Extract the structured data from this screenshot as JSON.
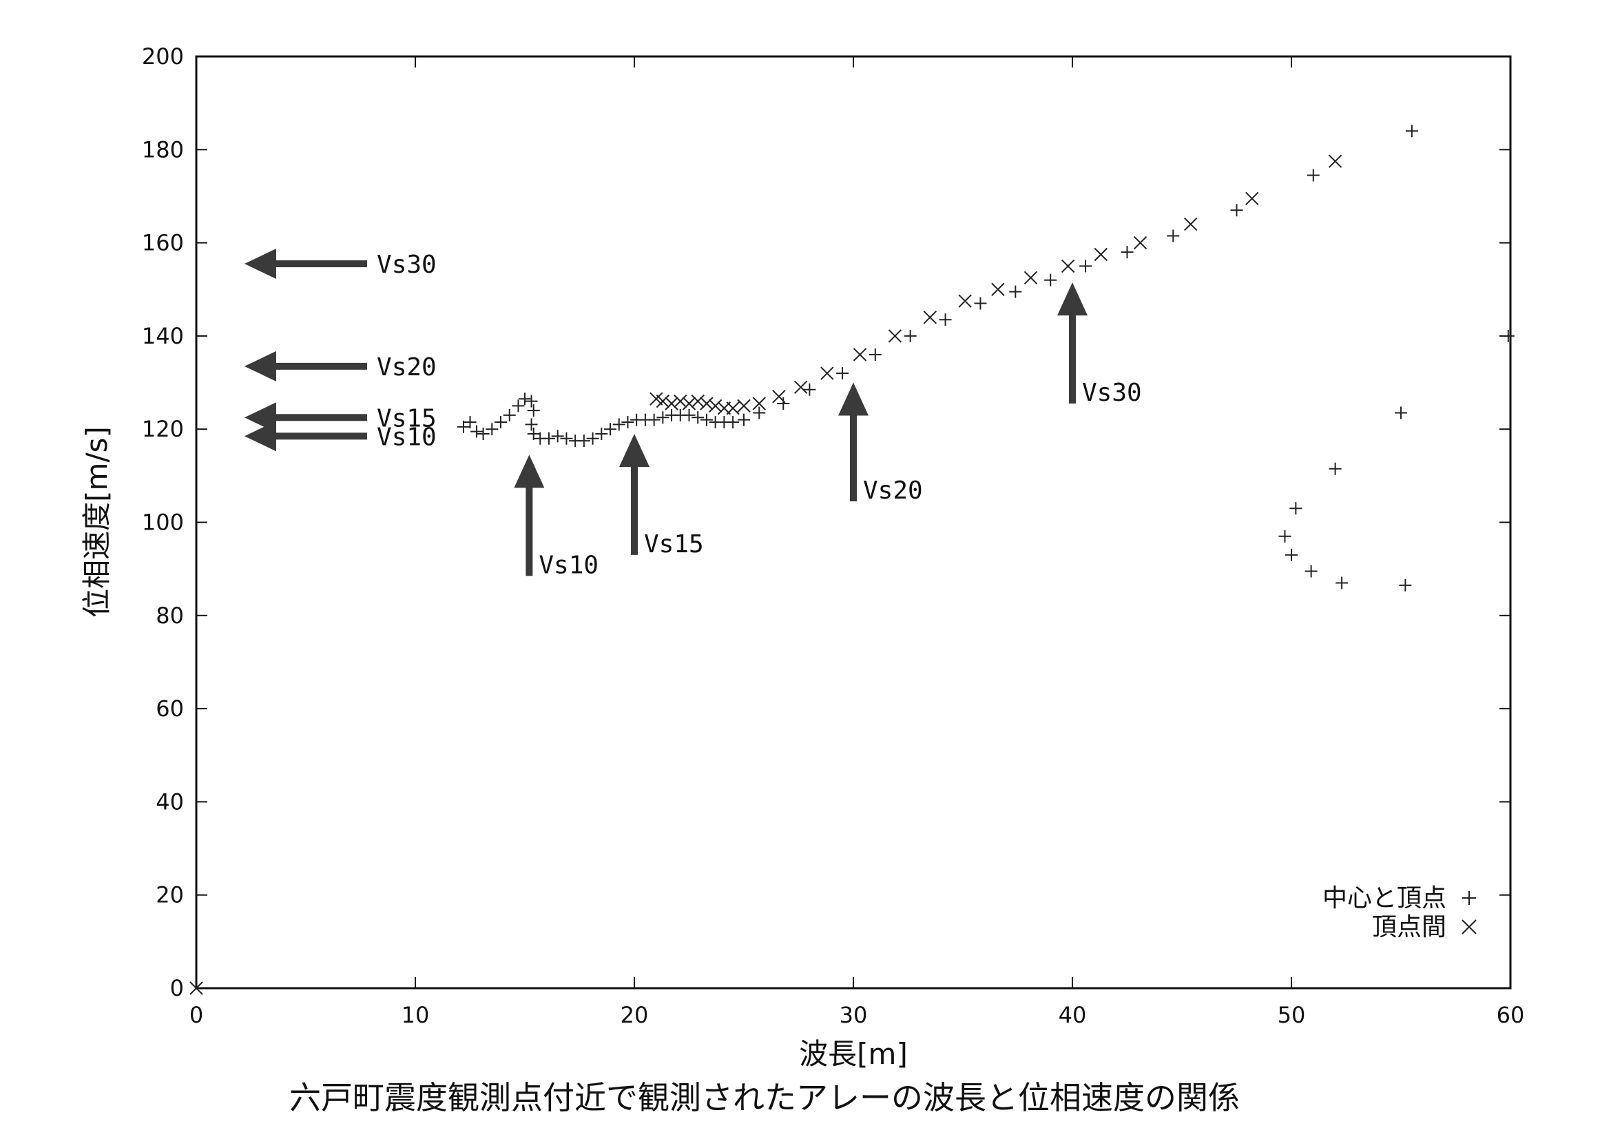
{
  "chart_data": {
    "type": "scatter",
    "title": "",
    "caption": "六戸町震度観測点付近で観測されたアレーの波長と位相速度の関係",
    "xlabel": "波長[m]",
    "ylabel": "位相速度[m/s]",
    "xlim": [
      0,
      60
    ],
    "ylim": [
      0,
      200
    ],
    "xticks": [
      0,
      10,
      20,
      30,
      40,
      50,
      60
    ],
    "yticks": [
      0,
      20,
      40,
      60,
      80,
      100,
      120,
      140,
      160,
      180,
      200
    ],
    "grid": false,
    "legend_position": "bottom-right",
    "series": [
      {
        "name": "中心と頂点",
        "marker": "plus",
        "color": "#222222",
        "points": [
          [
            12.2,
            120.5
          ],
          [
            12.5,
            121.5
          ],
          [
            12.8,
            119.5
          ],
          [
            13.1,
            119.0
          ],
          [
            13.5,
            120.0
          ],
          [
            13.9,
            121.5
          ],
          [
            14.3,
            123.0
          ],
          [
            14.7,
            125.0
          ],
          [
            15.0,
            126.5
          ],
          [
            15.3,
            126.0
          ],
          [
            15.4,
            124.0
          ],
          [
            15.3,
            121.0
          ],
          [
            15.4,
            119.0
          ],
          [
            15.7,
            118.0
          ],
          [
            16.1,
            118.0
          ],
          [
            16.5,
            118.5
          ],
          [
            16.9,
            118.0
          ],
          [
            17.3,
            117.5
          ],
          [
            17.7,
            117.5
          ],
          [
            18.1,
            118.0
          ],
          [
            18.5,
            119.0
          ],
          [
            18.9,
            120.0
          ],
          [
            19.3,
            121.0
          ],
          [
            19.7,
            121.5
          ],
          [
            20.1,
            122.0
          ],
          [
            20.5,
            122.0
          ],
          [
            20.9,
            122.0
          ],
          [
            21.3,
            122.5
          ],
          [
            21.7,
            123.0
          ],
          [
            22.1,
            123.0
          ],
          [
            22.5,
            123.0
          ],
          [
            22.9,
            122.5
          ],
          [
            23.3,
            122.0
          ],
          [
            23.7,
            121.5
          ],
          [
            24.1,
            121.5
          ],
          [
            24.5,
            121.5
          ],
          [
            25.0,
            122.0
          ],
          [
            25.7,
            123.5
          ],
          [
            26.8,
            125.5
          ],
          [
            28.0,
            128.5
          ],
          [
            29.5,
            132.0
          ],
          [
            31.0,
            136.0
          ],
          [
            32.6,
            140.0
          ],
          [
            34.2,
            143.5
          ],
          [
            35.8,
            147.0
          ],
          [
            37.4,
            149.5
          ],
          [
            39.0,
            152.0
          ],
          [
            40.6,
            155.0
          ],
          [
            42.5,
            158.0
          ],
          [
            44.6,
            161.5
          ],
          [
            47.5,
            167.0
          ],
          [
            51.0,
            174.5
          ],
          [
            55.5,
            184.0
          ],
          [
            59.9,
            140.0
          ],
          [
            55.0,
            123.5
          ],
          [
            52.0,
            111.5
          ],
          [
            50.2,
            103.0
          ],
          [
            49.7,
            97.0
          ],
          [
            50.0,
            93.0
          ],
          [
            50.9,
            89.5
          ],
          [
            52.3,
            87.0
          ],
          [
            55.2,
            86.5
          ]
        ]
      },
      {
        "name": "頂点間",
        "marker": "cross",
        "color": "#222222",
        "points": [
          [
            0.0,
            0.0
          ],
          [
            21.0,
            126.5
          ],
          [
            21.3,
            126.0
          ],
          [
            21.7,
            125.5
          ],
          [
            22.1,
            126.0
          ],
          [
            22.5,
            125.5
          ],
          [
            22.9,
            126.0
          ],
          [
            23.3,
            125.5
          ],
          [
            23.7,
            125.0
          ],
          [
            24.1,
            124.5
          ],
          [
            24.5,
            124.5
          ],
          [
            25.0,
            125.0
          ],
          [
            25.7,
            125.5
          ],
          [
            26.6,
            127.0
          ],
          [
            27.6,
            129.0
          ],
          [
            28.8,
            132.0
          ],
          [
            30.3,
            136.0
          ],
          [
            31.9,
            140.0
          ],
          [
            33.5,
            144.0
          ],
          [
            35.1,
            147.5
          ],
          [
            36.6,
            150.0
          ],
          [
            38.1,
            152.5
          ],
          [
            39.8,
            155.0
          ],
          [
            41.3,
            157.5
          ],
          [
            43.1,
            160.0
          ],
          [
            45.4,
            164.0
          ],
          [
            48.2,
            169.5
          ],
          [
            52.0,
            177.5
          ]
        ]
      }
    ],
    "annotations": [
      {
        "label": "Vs30",
        "direction": "left",
        "x_tail": 7.8,
        "x_head": 2.2,
        "y": 155.5
      },
      {
        "label": "Vs20",
        "direction": "left",
        "x_tail": 7.8,
        "x_head": 2.2,
        "y": 133.5
      },
      {
        "label": "Vs15",
        "direction": "left",
        "x_tail": 7.8,
        "x_head": 2.2,
        "y": 122.5
      },
      {
        "label": "Vs10",
        "direction": "left",
        "x_tail": 7.8,
        "x_head": 2.2,
        "y": 118.5
      },
      {
        "label": "Vs10",
        "direction": "up",
        "x": 15.2,
        "y_tail": 88.5,
        "y_head": 114.5
      },
      {
        "label": "Vs15",
        "direction": "up",
        "x": 20.0,
        "y_tail": 93.0,
        "y_head": 119.0
      },
      {
        "label": "Vs20",
        "direction": "up",
        "x": 30.0,
        "y_tail": 104.5,
        "y_head": 130.0
      },
      {
        "label": "Vs30",
        "direction": "up",
        "x": 40.0,
        "y_tail": 125.5,
        "y_head": 151.5
      }
    ]
  }
}
